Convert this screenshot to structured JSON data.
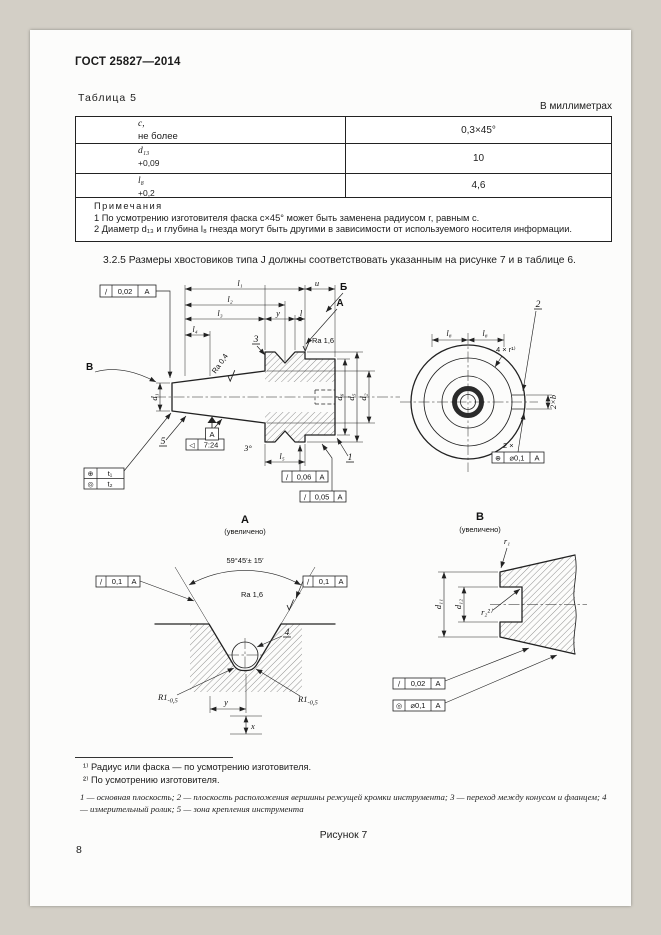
{
  "page": {
    "doc_number": "ГОСТ 25827—2014",
    "page_number": "8",
    "figure_label": "Рисунок 7"
  },
  "table5": {
    "label": "Таблица 5",
    "units_note": "В миллиметрах",
    "rows": [
      {
        "p1": "с,",
        "p2": "не более",
        "value": "0,3×45°"
      },
      {
        "p1": "d₁₃",
        "p2": "+0,09",
        "value": "10"
      },
      {
        "p1": "l₈",
        "p2": "+0,2",
        "value": "4,6"
      }
    ],
    "notes_title": "Примечания",
    "notes": [
      "1 По усмотрению изготовителя фаска с×45° может быть заменена радиусом r, равным с.",
      "2 Диаметр d₁₃ и глубина l₈ гнезда могут быть другими в зависимости от используемого носителя информации."
    ]
  },
  "section_3_2_5": "3.2.5 Размеры хвостовиков типа J должны соответствовать указанным на рисунке 7 и в таблице 6.",
  "figure": {
    "main": {
      "frame_top": {
        "sym": "∕",
        "value": "0,02",
        "datum": "А"
      },
      "dim_l1": "l₁",
      "dim_l2": "l₂",
      "dim_l3": "l₃",
      "dim_l4": "l₄",
      "dim_l5": "l₅",
      "dim_u": "u",
      "dim_y": "y",
      "dim_l": "l",
      "dim_d1": "d₁",
      "dim_d2": "d₂",
      "dim_d5": "d₅",
      "dim_d6": "d₆",
      "ra_04": "Ra 0,4",
      "ra_16": "Ra 1,6",
      "view_v": "В",
      "section_b": "Б",
      "view_a": "А",
      "taper_sym": "◁",
      "taper": "7:24",
      "datum_a": "А",
      "angle_3": "3°",
      "frame_1": {
        "sym": "∕",
        "value": "0,06",
        "datum": "А"
      },
      "frame_2": {
        "sym": "∕",
        "value": "0,05",
        "datum": "А"
      },
      "frame_left": {
        "r1sym": "⊕",
        "r1val": "t₁",
        "r2sym": "◎",
        "r2val": "t₂"
      },
      "pos_1": "1",
      "pos_3": "3",
      "pos_5": "5"
    },
    "end": {
      "dim_l8a": "l₈",
      "dim_l8b": "l₈",
      "chamfer": "4 × r¹⁾",
      "pos_2": "2",
      "count": "2 ×",
      "dim_slot": "2×b",
      "frame": {
        "sym": "⊕",
        "value": "⌀0,1",
        "datum": "А"
      }
    },
    "detail_a": {
      "title": "А",
      "subtitle": "(увеличено)",
      "angle": "59°45′± 15′",
      "frame_left": {
        "sym": "∕",
        "value": "0,1",
        "datum": "А"
      },
      "frame_right": {
        "sym": "∕",
        "value": "0,1",
        "datum": "А"
      },
      "ra_16": "Ra 1,6",
      "pos_4": "4",
      "r_left": "R1",
      "r_left_sub": "-0,5",
      "r_right": "R1",
      "r_right_sub": "-0,5",
      "dim_x": "x",
      "dim_y": "y"
    },
    "detail_b": {
      "title": "В",
      "subtitle": "(увеличено)",
      "r1": "r₁",
      "r2": "r₂²⁾",
      "dim_d11": "d₁₁",
      "dim_d12": "d₁₂",
      "frame_1": {
        "sym": "∕",
        "value": "0,02",
        "datum": "А"
      },
      "frame_2": {
        "sym": "◎",
        "value": "⌀0,1",
        "datum": "А"
      }
    }
  },
  "footnotes": [
    "¹⁾ Радиус или фаска — по усмотрению изготовителя.",
    "²⁾ По усмотрению изготовителя."
  ],
  "caption": "1 — основная плоскость; 2 — плоскость расположения вершины режущей кромки инструмента; 3 — переход между конусом и фланцем; 4 — измерительный ролик; 5 — зона крепления инструмента"
}
